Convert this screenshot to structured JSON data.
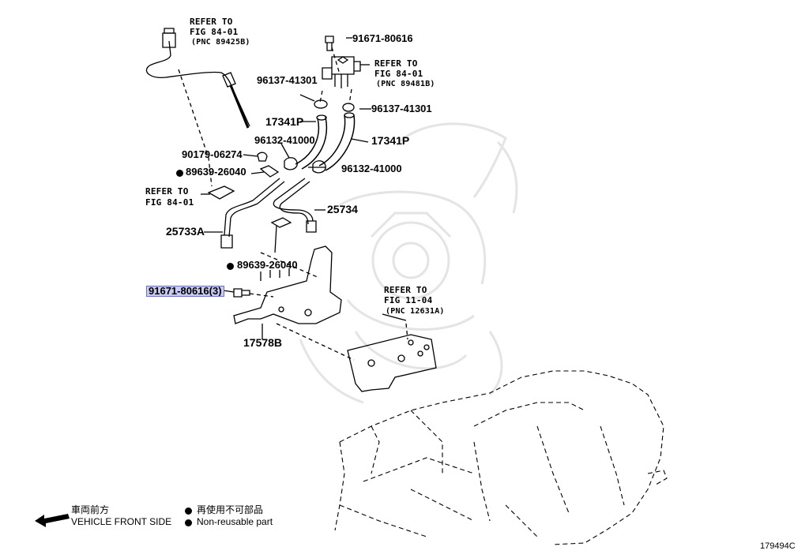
{
  "parts": {
    "p1_top_bolt": "91671-80616",
    "p2_gasket_left": "96137-41301",
    "p3_gasket_right": "96137-41301",
    "p4_hose_left": "17341P",
    "p5_hose_right": "17341P",
    "p6_clip_left": "96132-41000",
    "p7_clip_right": "96132-41000",
    "p8_clamp": "90179-06274",
    "p9_gasket_a": "89639-26040",
    "p10_pipe_right": "25734",
    "p11_pipe_left": "25733A",
    "p12_gasket_b": "89639-26040",
    "p13_bolt_highlight": "91671-80616(3)",
    "p14_bracket": "17578B"
  },
  "references": {
    "ref1": {
      "line1": "REFER TO",
      "line2": "FIG 84-01",
      "line3": "(PNC 89425B)"
    },
    "ref2": {
      "line1": "REFER TO",
      "line2": "FIG 84-01",
      "line3": "(PNC 89481B)"
    },
    "ref3": {
      "line1": "REFER TO",
      "line2": "FIG 84-01"
    },
    "ref4": {
      "line1": "REFER TO",
      "line2": "FIG 11-04",
      "line3": "(PNC 12631A)"
    }
  },
  "legend": {
    "front_jp": "車両前方",
    "front_en": "VEHICLE FRONT SIDE",
    "nonreuse_jp": "再使用不可部品",
    "nonreuse_en": "Non-reusable part"
  },
  "illustration_number": "179494C",
  "colors": {
    "highlight": "#c8ccf0",
    "line": "#000000",
    "watermark": "#e6e6e6"
  }
}
